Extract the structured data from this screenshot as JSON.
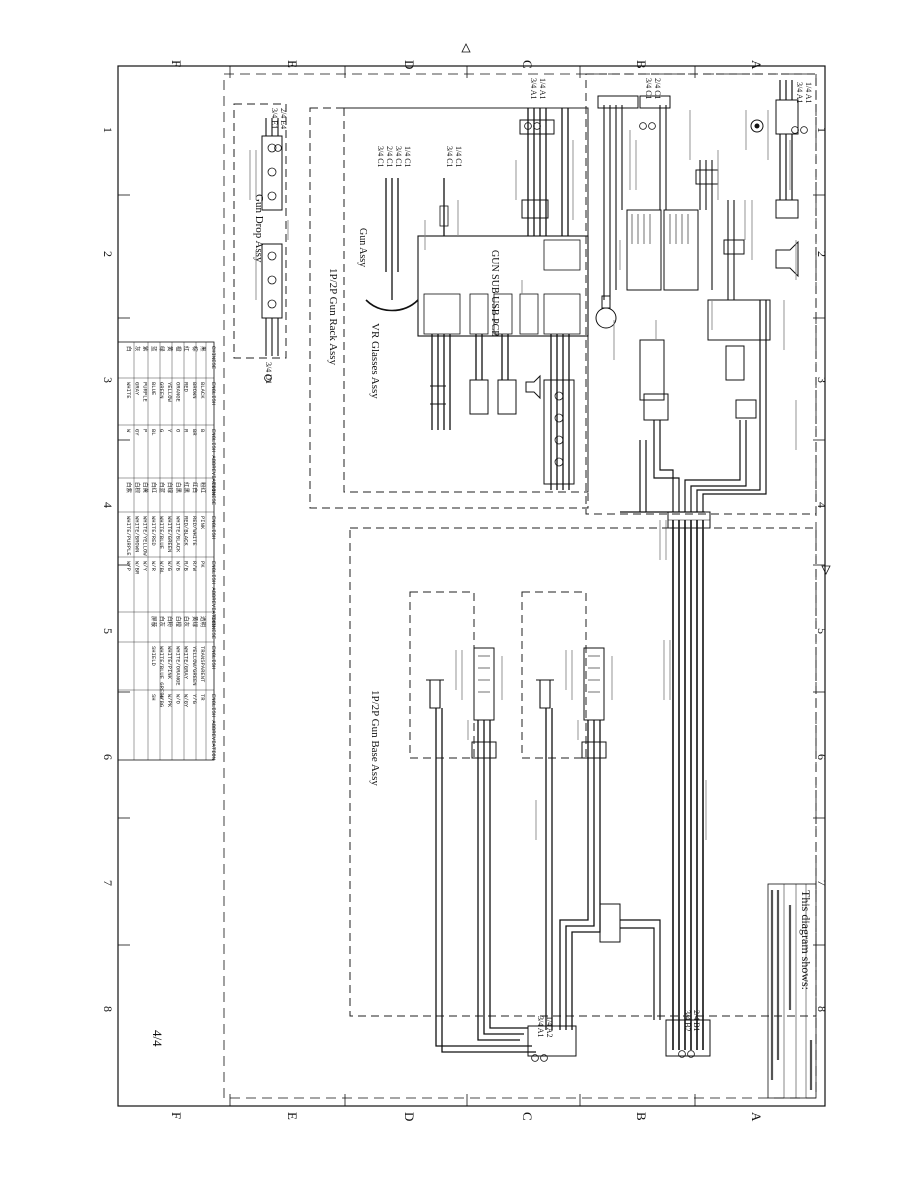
{
  "sheet": {
    "page_number": "4/4",
    "zone_rows": [
      "A",
      "B",
      "C",
      "D",
      "E",
      "F"
    ],
    "zone_cols": [
      "1",
      "2",
      "3",
      "4",
      "5",
      "6",
      "7",
      "8"
    ]
  },
  "title_block": {
    "heading": "This diagram shows:"
  },
  "assemblies": {
    "gun_drop": "Gun Drop Assy",
    "gun_rack": "1P/2P Gun Rack Assy",
    "gun": "Gun Assy",
    "vr_glasses": "VR Glasses Assy",
    "gun_base": "1P/2P Gun Base Assy",
    "gun_sub_pcb": "GUN SUB USB PCB"
  },
  "connector_tags": {
    "top_left_a": "1/4 A1",
    "top_left_b": "3/4 A1",
    "c_top_a": "1/4 A1",
    "c_top_b": "3/4 A1",
    "b_top_a": "2/4 C1",
    "b_top_b": "3/4 C1",
    "e_top_a": "2/4 E4",
    "e_top_b": "3/4 E1",
    "gun_a": "1/4 C1",
    "gun_b": "3/4 C1",
    "gun_c": "2/4 C1",
    "gun_d": "3/4 C1",
    "gun_e": "1/4 C1",
    "gun_f": "3/4 C1",
    "bot_b_a": "2/4 B1",
    "bot_b_b": "3/4 B2",
    "bot_c_a": "1/4 A2",
    "bot_c_b": "3/4 A1",
    "bot_e": "3/4 D1"
  },
  "color_table": {
    "headers": [
      "CHINESE",
      "ENGLISH",
      "ENGLISH ABBREVIATION"
    ],
    "rows": [
      [
        "黑",
        "BLACK",
        "B"
      ],
      [
        "棕",
        "BROWN",
        "BR"
      ],
      [
        "红",
        "RED",
        "R"
      ],
      [
        "橙",
        "ORANGE",
        "O"
      ],
      [
        "黄",
        "YELLOW",
        "Y"
      ],
      [
        "绿",
        "GREEN",
        "G"
      ],
      [
        "蓝",
        "BLUE",
        "BL"
      ],
      [
        "紫",
        "PURPLE",
        "P"
      ],
      [
        "灰",
        "GRAY",
        "GY"
      ],
      [
        "白",
        "WHITE",
        "W"
      ]
    ],
    "mid_headers": [
      "CHINESE",
      "ENGLISH",
      "ENGLISH ABBREVIATION"
    ],
    "mid_rows": [
      [
        "粉红",
        "PINK",
        "PK"
      ],
      [
        "红白",
        "RED/WHITE",
        "R/W"
      ],
      [
        "红黑",
        "RED/BLACK",
        "R/B"
      ],
      [
        "白黑",
        "WHITE/BLACK",
        "W/B"
      ],
      [
        "白绿",
        "WHITE/GREEN",
        "W/G"
      ],
      [
        "白蓝",
        "WHITE/BLUE",
        "W/BL"
      ],
      [
        "白红",
        "WHITE/RED",
        "W/R"
      ],
      [
        "白黄",
        "WHITE/YELLOW",
        "W/Y"
      ],
      [
        "白棕",
        "WHITE/BROWN",
        "W/BR"
      ],
      [
        "白紫",
        "WHITE/PURPLE",
        "W/P"
      ]
    ],
    "right_headers": [
      "CHINESE",
      "ENGLISH",
      "ENGLISH ABBREVIATION"
    ],
    "right_rows": [
      [
        "透明",
        "TRANSPARENT",
        "TR"
      ],
      [
        "黄绿",
        "YELLOW/GREEN",
        "Y/G"
      ],
      [
        "白灰",
        "WHITE/GRAY",
        "W/GY"
      ],
      [
        "白橙",
        "WHITE/ORANGE",
        "W/O"
      ],
      [
        "白粉",
        "WHITE/PINK",
        "W/PK"
      ],
      [
        "白灰",
        "WHITE/BLUE GREEN",
        "W/BG"
      ],
      [
        "屏蔽",
        "SHIELD",
        "SH"
      ]
    ]
  },
  "colors": {
    "ink": "#111111",
    "paper": "#ffffff"
  }
}
